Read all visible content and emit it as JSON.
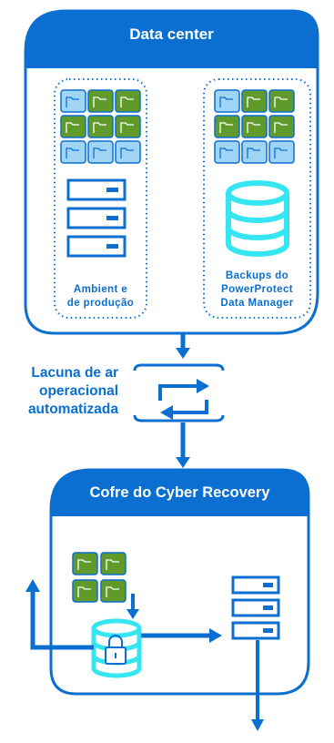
{
  "datacenter": {
    "title": "Data center",
    "production_label_line1": "Ambient e",
    "production_label_line2": "de produção",
    "backup_label_line1": "Backups do",
    "backup_label_line2": "PowerProtect",
    "backup_label_line3": "Data Manager"
  },
  "airgap": {
    "label_line1": "Lacuna de ar",
    "label_line2": "operacional",
    "label_line3": "automatizada"
  },
  "vault": {
    "title": "Cofre do Cyber Recovery"
  },
  "colors": {
    "primary_blue": "#0b6fd1",
    "light_blue": "#9fd4f5",
    "green": "#5f9a2b",
    "cyan": "#35e6f2",
    "white": "#ffffff"
  }
}
